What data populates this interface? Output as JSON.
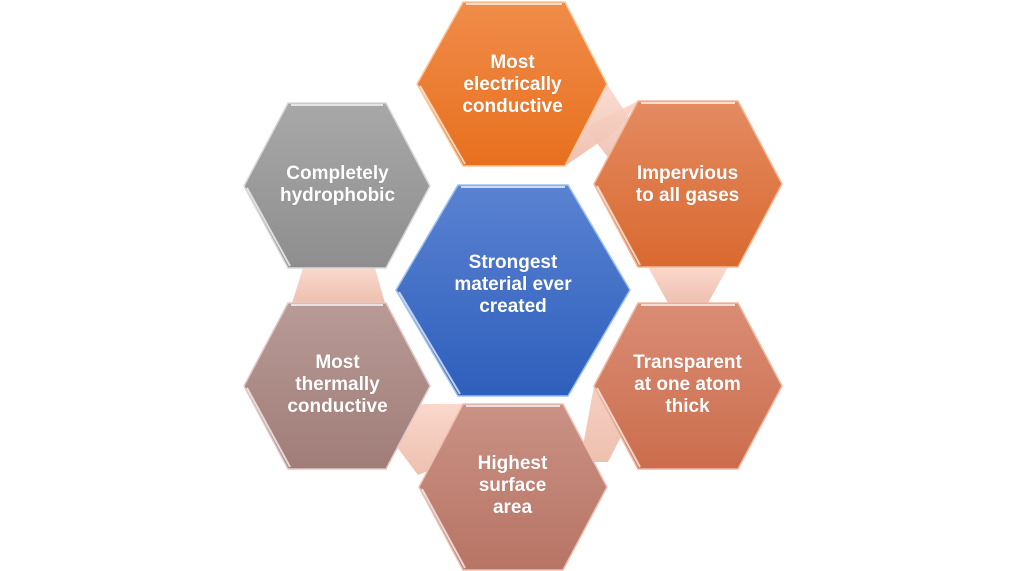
{
  "diagram": {
    "center": {
      "label": "Strongest\nmaterial ever\ncreated",
      "color_top": "#5a82d2",
      "color_bottom": "#2e5fbc"
    },
    "nodes": [
      {
        "id": "top",
        "label": "Most\nelectrically\nconductive",
        "color_top": "#f08c4a",
        "color_bottom": "#e8701e"
      },
      {
        "id": "upper-right",
        "label": "Impervious\nto all gases",
        "color_top": "#e48b62",
        "color_bottom": "#d9692f"
      },
      {
        "id": "lower-right",
        "label": "Transparent\nat one atom\nthick",
        "color_top": "#d98d75",
        "color_bottom": "#cc6d4c"
      },
      {
        "id": "bottom",
        "label": "Highest\nsurface\narea",
        "color_top": "#c99285",
        "color_bottom": "#b87464"
      },
      {
        "id": "lower-left",
        "label": "Most\nthermally\nconductive",
        "color_top": "#b89a96",
        "color_bottom": "#a07d78"
      },
      {
        "id": "upper-left",
        "label": "Completely\nhydrophobic",
        "color_top": "#a8a8a8",
        "color_bottom": "#8e8e8e"
      }
    ],
    "connector_color": "#f5c9bb"
  }
}
